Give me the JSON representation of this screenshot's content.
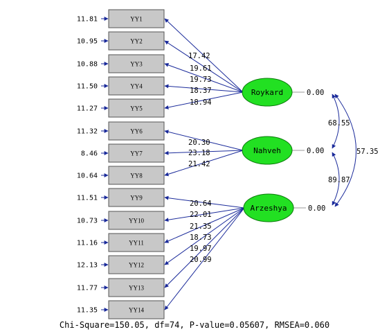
{
  "indicators": [
    {
      "label": "YY1",
      "error": "11.81",
      "latent": 0
    },
    {
      "label": "YY2",
      "error": "10.95",
      "latent": 0
    },
    {
      "label": "YY3",
      "error": "10.88",
      "latent": 0
    },
    {
      "label": "YY4",
      "error": "11.50",
      "latent": 0
    },
    {
      "label": "YY5",
      "error": "11.27",
      "latent": 0
    },
    {
      "label": "YY6",
      "error": "11.32",
      "latent": 1
    },
    {
      "label": "YY7",
      "error": "8.46",
      "latent": 1
    },
    {
      "label": "YY8",
      "error": "10.64",
      "latent": 1
    },
    {
      "label": "YY9",
      "error": "11.51",
      "latent": 2
    },
    {
      "label": "YY10",
      "error": "10.73",
      "latent": 2
    },
    {
      "label": "YY11",
      "error": "11.16",
      "latent": 2
    },
    {
      "label": "YY12",
      "error": "12.13",
      "latent": 2
    },
    {
      "label": "YY13",
      "error": "11.77",
      "latent": 2
    },
    {
      "label": "YY14",
      "error": "11.35",
      "latent": 2
    }
  ],
  "latents": [
    {
      "name": "Roykard",
      "variance": "0.00",
      "loadings": [
        "17.42",
        "19.61",
        "19.73",
        "18.37",
        "18.94"
      ]
    },
    {
      "name": "Nahveh",
      "variance": "0.00",
      "loadings": [
        "20.30",
        "23.18",
        "21.42"
      ]
    },
    {
      "name": "Arzeshya",
      "variance": "0.00",
      "loadings": [
        "20.64",
        "22.01",
        "21.35",
        "18.73",
        "19.97",
        "20.99"
      ]
    }
  ],
  "covariances": [
    {
      "between": [
        "Roykard",
        "Nahveh"
      ],
      "value": "68.55"
    },
    {
      "between": [
        "Roykard",
        "Arzeshya"
      ],
      "value": "57.35"
    },
    {
      "between": [
        "Nahveh",
        "Arzeshya"
      ],
      "value": "89.87"
    }
  ],
  "fit_stats": "Chi-Square=150.05, df=74, P-value=0.05607, RMSEA=0.060",
  "colors": {
    "latent_fill": "#22e022",
    "box_fill": "#c8c8c8",
    "arrow": "#1a2a9a"
  }
}
